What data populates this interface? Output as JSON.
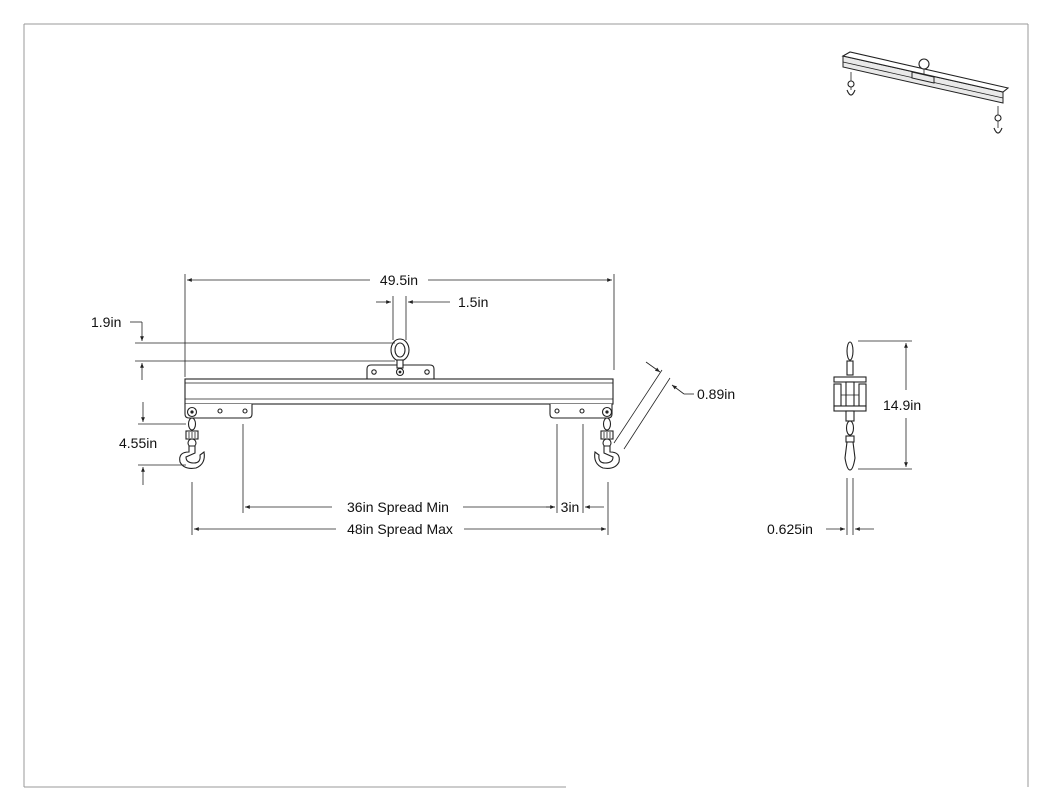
{
  "dimensions": {
    "overall_length": "49.5in",
    "eye_offset": "1.5in",
    "eye_height": "1.9in",
    "hook_drop": "4.55in",
    "beam_section": "0.89in",
    "spread_min": "36in Spread Min",
    "hole_pitch": "3in",
    "spread_max": "48in Spread Max",
    "side_height": "14.9in",
    "side_thickness": "0.625in"
  },
  "colors": {
    "line": "#222222",
    "frame": "#999999",
    "background": "#ffffff"
  },
  "icons": {
    "hook": "lifting-hook-icon",
    "eye": "lifting-eye-icon",
    "iso_view": "isometric-beam-icon"
  }
}
